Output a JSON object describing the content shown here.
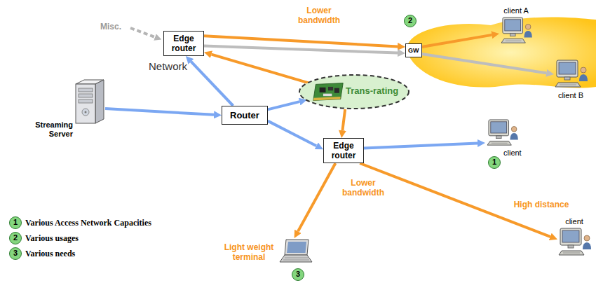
{
  "diagram": {
    "nodes": [
      {
        "text": [
          "Streaming Server"
        ]
      },
      {
        "text": [
          "Network"
        ]
      },
      {
        "text": [
          "Edge router"
        ],
        "in": 1
      },
      {
        "text": [
          "Trans-rating"
        ],
        "in": 1
      },
      {
        "text": [
          "Router"
        ],
        "in": 1
      },
      {
        "text": [
          "Edge router"
        ],
        "in": 1
      },
      {
        "text": [
          "GW"
        ]
      },
      {
        "text": [
          "client A"
        ]
      },
      {
        "text": [
          "client B"
        ]
      },
      {
        "text": [
          "client"
        ]
      },
      {
        "text": [
          "Light weight terminal"
        ]
      },
      {
        "text": [
          "client"
        ]
      }
    ],
    "edges": [
      {
        "from": 0,
        "to": 4,
        "arrow": "to"
      },
      {
        "from": 4,
        "to": 2,
        "arrow": "to"
      },
      {
        "from": 4,
        "to": 3,
        "arrow": "to"
      },
      {
        "from": 4,
        "to": 5,
        "arrow": "to"
      },
      {
        "from": 3,
        "to": 2,
        "arrow": "to"
      },
      {
        "from": 3,
        "to": 5,
        "arrow": "to"
      },
      {
        "from": 2,
        "to": 6,
        "arrow": "to",
        "label": "Lower bandwidth"
      },
      {
        "from": 2,
        "to": 6,
        "arrow": "to"
      },
      {
        "from": 6,
        "to": 7,
        "arrow": "to"
      },
      {
        "from": 6,
        "to": 8,
        "arrow": "to"
      },
      {
        "from": 5,
        "to": 9,
        "arrow": "to"
      },
      {
        "from": 5,
        "to": 10,
        "arrow": "to",
        "label": "Lower bandwidth"
      },
      {
        "from": 5,
        "to": 11,
        "arrow": "to",
        "label": "High distance"
      }
    ],
    "labels": [
      "Misc.",
      "2",
      "1",
      "3",
      "1",
      "2",
      "3"
    ],
    "legend": [
      {
        "text": "Various Access Network Capacities"
      },
      {
        "text": "Various usages"
      },
      {
        "text": "Various needs"
      }
    ]
  }
}
